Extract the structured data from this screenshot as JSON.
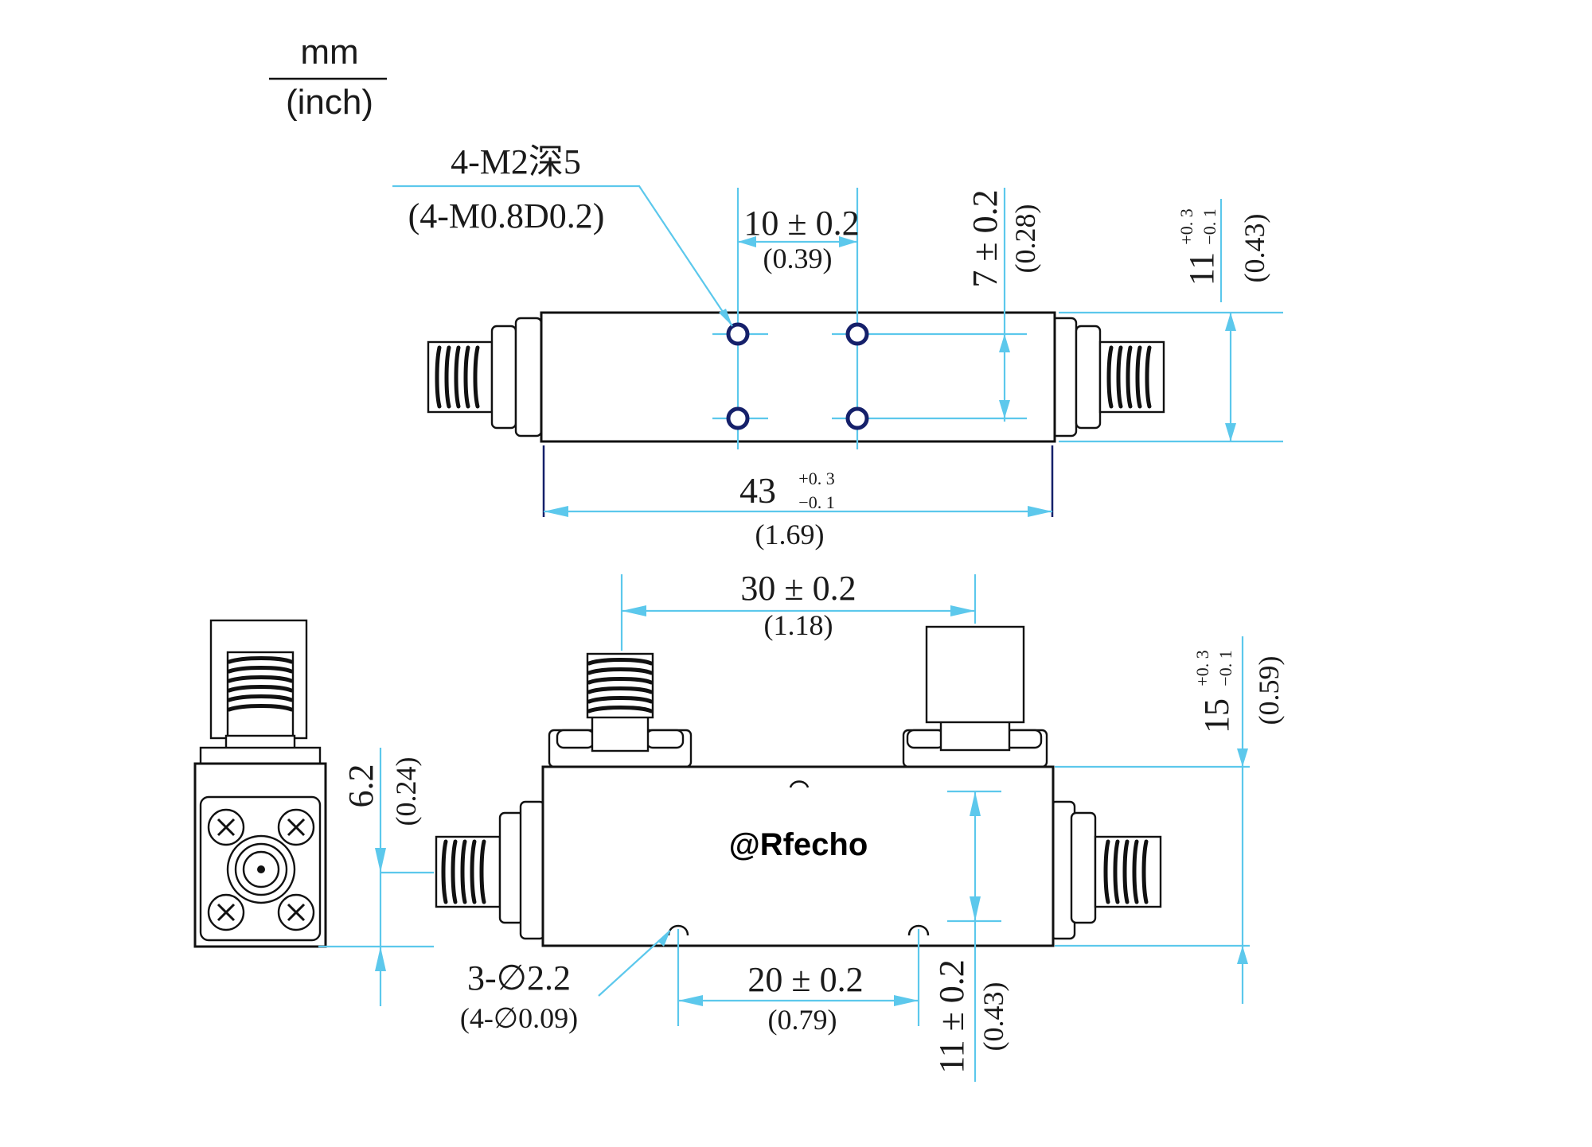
{
  "units": {
    "numerator": "mm",
    "denominator": "(inch)"
  },
  "top_view": {
    "holes_label": "4-M2深5",
    "holes_label_inch": "(4-M0.8D0.2)",
    "hole_spacing_h": "10 ± 0.2",
    "hole_spacing_h_inch": "(0.39)",
    "hole_spacing_v": "7 ± 0.2",
    "hole_spacing_v_inch": "(0.28)",
    "height_main": "11",
    "height_tol_plus": "+0. 3",
    "height_tol_minus": "−0. 1",
    "height_inch": "(0.43)",
    "length_main": "43",
    "length_tol_plus": "+0. 3",
    "length_tol_minus": "−0. 1",
    "length_inch": "(1.69)"
  },
  "front_view": {
    "port_spacing": "30 ± 0.2",
    "port_spacing_inch": "(1.18)",
    "height_main": "15",
    "height_tol_plus": "+0. 3",
    "height_tol_minus": "−0. 1",
    "height_inch": "(0.59)",
    "mount_label": "3-∅2.2",
    "mount_label_inch": "(4-∅0.09)",
    "mount_spacing": "20 ± 0.2",
    "mount_spacing_inch": "(0.79)",
    "body_height": "11 ± 0.2",
    "body_height_inch": "(0.43)",
    "watermark": "@Rfecho"
  },
  "side_view": {
    "connector_height": "6.2",
    "connector_height_inch": "(0.24)"
  },
  "colors": {
    "dimension": "#5cc8ec",
    "outline": "#111111",
    "hole": "#15206a"
  }
}
